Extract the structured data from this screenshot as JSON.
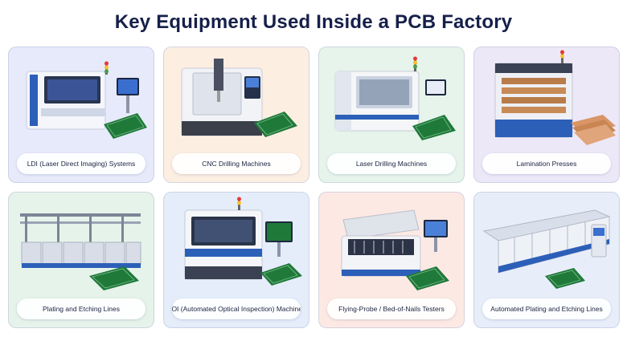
{
  "title": "Key Equipment Used Inside a PCB Factory",
  "cards": [
    {
      "label": "LDI (Laser Direct Imaging) Systems",
      "bg": "#e7eafa",
      "icon": "ldi-machine-icon"
    },
    {
      "label": "CNC Drilling Machines",
      "bg": "#fdeee2",
      "icon": "cnc-drill-icon"
    },
    {
      "label": "Laser Drilling Machines",
      "bg": "#e6f4ec",
      "icon": "laser-drill-icon"
    },
    {
      "label": "Lamination Presses",
      "bg": "#ece8f8",
      "icon": "lamination-press-icon"
    },
    {
      "label": "Plating and Etching Lines",
      "bg": "#e6f3ea",
      "icon": "plating-line-icon"
    },
    {
      "label": "AOI (Automated Optical Inspection) Machines",
      "bg": "#e5edfa",
      "icon": "aoi-machine-icon"
    },
    {
      "label": "Flying-Probe / Bed-of-Nails Testers",
      "bg": "#fde9e4",
      "icon": "flying-probe-icon"
    },
    {
      "label": "Automated Plating and Etching Lines",
      "bg": "#e7eef9",
      "icon": "auto-plating-line-icon"
    }
  ],
  "colors": {
    "title": "#16204a",
    "accent_blue": "#2c5fb8",
    "pcb_green": "#1f7a3a"
  }
}
